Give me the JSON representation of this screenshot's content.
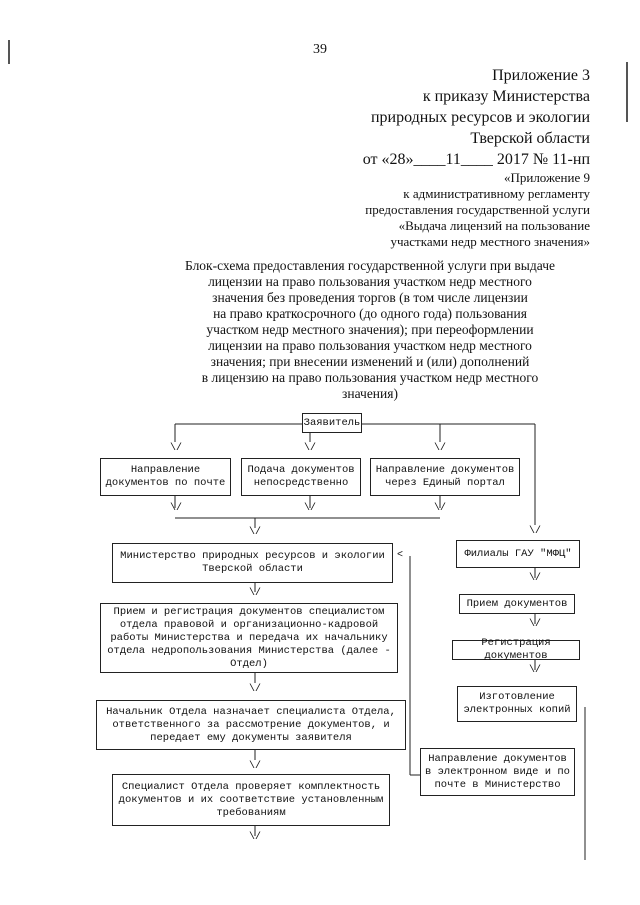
{
  "page_number": "39",
  "appendix3": {
    "line1": "Приложение 3",
    "line2": "к приказу Министерства",
    "line3": "природных ресурсов и экологии",
    "line4": "Тверской области",
    "line5": "от «28»____11____ 2017 № 11-нп"
  },
  "appendix9": {
    "line1": "«Приложение 9",
    "line2": "к административному регламенту",
    "line3": "предоставления государственной услуги",
    "line4": "«Выдача лицензий на пользование",
    "line5": "участками недр местного значения»"
  },
  "title_lines": [
    "Блок-схема предоставления государственной услуги при выдаче",
    "лицензии на право пользования участком недр местного",
    "значения без проведения торгов (в том числе лицензии",
    "на право краткосрочного (до одного года) пользования",
    "участком недр местного значения); при переоформлении",
    "лицензии на право пользования участком недр местного",
    "значения; при внесении изменений и (или) дополнений",
    "в лицензию на право пользования участком недр местного",
    "значения)"
  ],
  "flow": {
    "applicant": "Заявитель",
    "by_mail": "Направление документов по почте",
    "in_person": "Подача документов непосредственно",
    "via_portal": "Направление документов через Единый портал",
    "ministry": "Министерство природных ресурсов и экологии Тверской области",
    "registration": "Прием и регистрация документов специалистом отдела правовой и организационно-кадровой работы Министерства и передача их начальнику отдела недропользования Министерства (далее - Отдел)",
    "head_assigns": "Начальник Отдела назначает специалиста Отдела, ответственного за рассмотрение документов, и передает ему документы заявителя",
    "specialist_checks": "Специалист Отдела проверяет комплектность документов и их соответствие установленным требованиям",
    "mfc": "Филиалы ГАУ \"МФЦ\"",
    "mfc_receive": "Прием документов",
    "mfc_register": "Регистрация документов",
    "mfc_copies": "Изготовление электронных копий",
    "mfc_send": "Направление документов в электронном виде и по почте в Министерство"
  },
  "arrow_glyph": "\\/",
  "left_arrow_glyph": "<"
}
